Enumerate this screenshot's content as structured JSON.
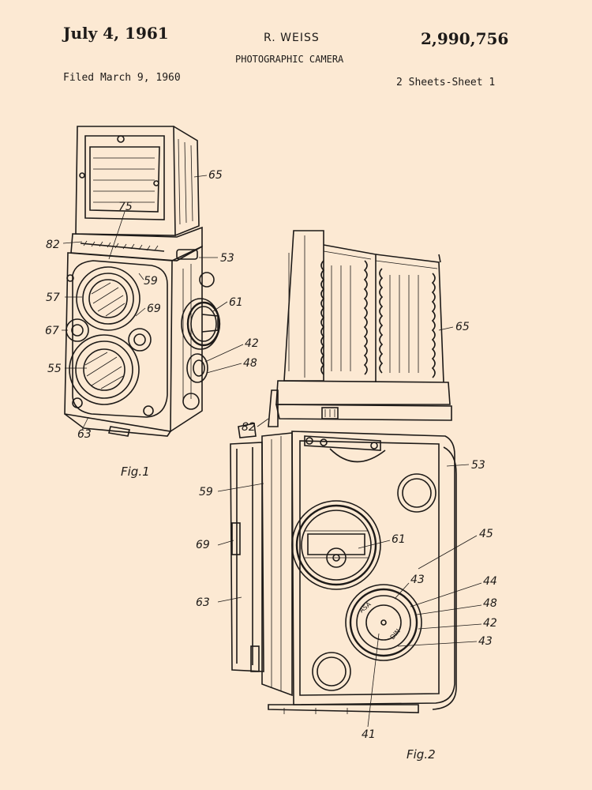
{
  "header": {
    "date": "July 4, 1961",
    "inventor": "R. WEISS",
    "patent_number": "2,990,756",
    "title": "PHOTOGRAPHIC CAMERA",
    "filed": "Filed March 9, 1960",
    "sheets": "2 Sheets-Sheet 1"
  },
  "figures": {
    "fig1": {
      "caption": "Fig.1",
      "refs": [
        "65",
        "75",
        "82",
        "53",
        "57",
        "59",
        "61",
        "69",
        "67",
        "42",
        "48",
        "55",
        "63"
      ]
    },
    "fig2": {
      "caption": "Fig.2",
      "refs": [
        "65",
        "82",
        "53",
        "59",
        "69",
        "61",
        "45",
        "43",
        "44",
        "48",
        "42",
        "43",
        "63",
        "41"
      ],
      "dial_text": [
        "ASA",
        "DIN"
      ]
    }
  },
  "colors": {
    "paper": "#fce9d3",
    "ink": "#1d1a18"
  }
}
